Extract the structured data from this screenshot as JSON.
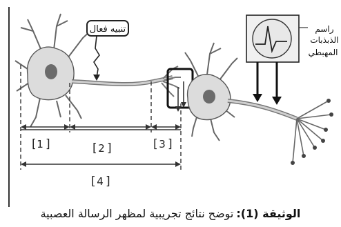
{
  "figure": {
    "stimulus_label": "تنبيه فعال",
    "oscilloscope_label_lines": [
      "راسم",
      "الذبذبات",
      "المهبطي"
    ],
    "segment_labels": [
      "1",
      "2",
      "3",
      "4"
    ]
  },
  "caption": {
    "bold": "الوثيقة (1):",
    "text": "توضح نتائج تجريبية لمظهر الرسالة العصبية"
  },
  "colors": {
    "ink": "#222222",
    "cell_fill": "#d9d9d9",
    "nucleus": "#6b6b6b",
    "screen": "#e8e8e8"
  }
}
